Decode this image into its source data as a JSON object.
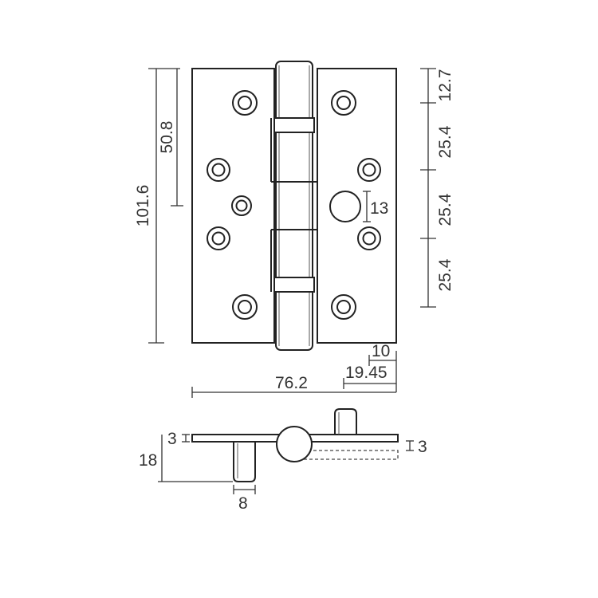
{
  "drawing": {
    "dimensions": {
      "overall_height": "101.6",
      "half_height": "50.8",
      "edge_to_first_hole": "12.7",
      "hole_pitch_1": "25.4",
      "hole_pitch_2": "25.4",
      "hole_pitch_3": "25.4",
      "pin_hole_dia": "13",
      "hole_offset_10": "10",
      "hole_offset_1945": "19.45",
      "overall_width": "76.2",
      "leaf_thickness_left": "3",
      "leaf_thickness_right": "3",
      "pin_length": "18",
      "pin_dia": "8"
    }
  }
}
